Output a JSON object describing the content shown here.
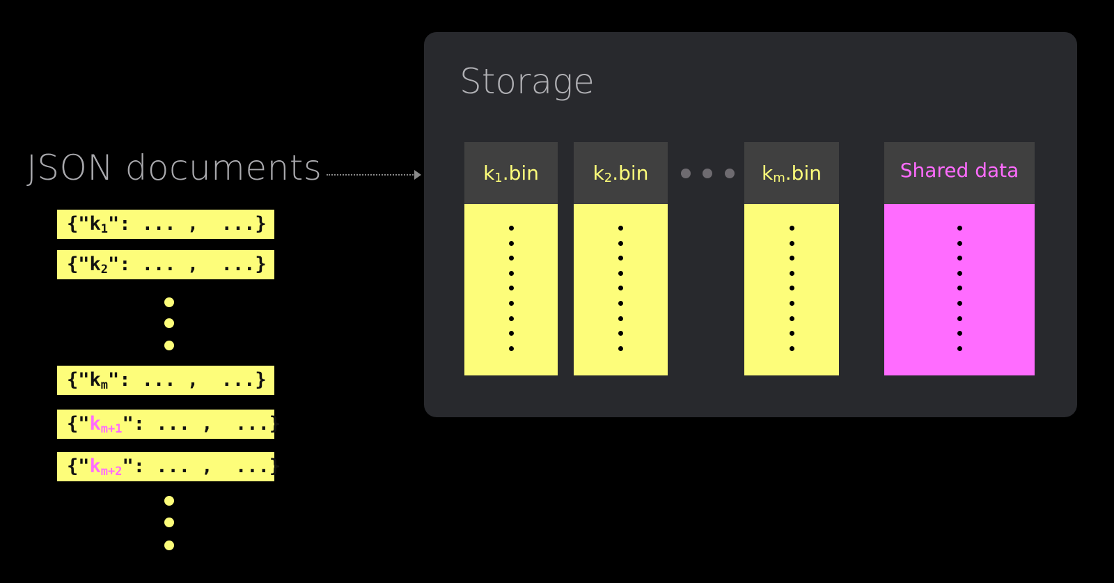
{
  "left": {
    "title": "JSON documents",
    "documents": [
      {
        "prefix": "{\"",
        "key": "k",
        "sub": "1",
        "suffix": "\": ... ,  ...}",
        "highlight": false
      },
      {
        "prefix": "{\"",
        "key": "k",
        "sub": "2",
        "suffix": "\": ... ,  ...}",
        "highlight": false
      },
      {
        "prefix": "{\"",
        "key": "k",
        "sub": "m",
        "suffix": "\": ... ,  ...}",
        "highlight": false
      },
      {
        "prefix": "{\"",
        "key": "k",
        "sub": "m+1",
        "suffix": "\": ... ,  ...}",
        "highlight": true
      },
      {
        "prefix": "{\"",
        "key": "k",
        "sub": "m+2",
        "suffix": "\": ... ,  ...}",
        "highlight": true
      }
    ]
  },
  "storage": {
    "title": "Storage",
    "columns": [
      {
        "key": "k",
        "sub": "1",
        "ext": ".bin"
      },
      {
        "key": "k",
        "sub": "2",
        "ext": ".bin"
      },
      {
        "key": "k",
        "sub": "m",
        "ext": ".bin"
      }
    ],
    "shared": "Shared data"
  },
  "colors": {
    "yellow": "#fdfd7a",
    "magenta": "#ff6cff",
    "panel": "#28292d",
    "header": "#404040"
  }
}
